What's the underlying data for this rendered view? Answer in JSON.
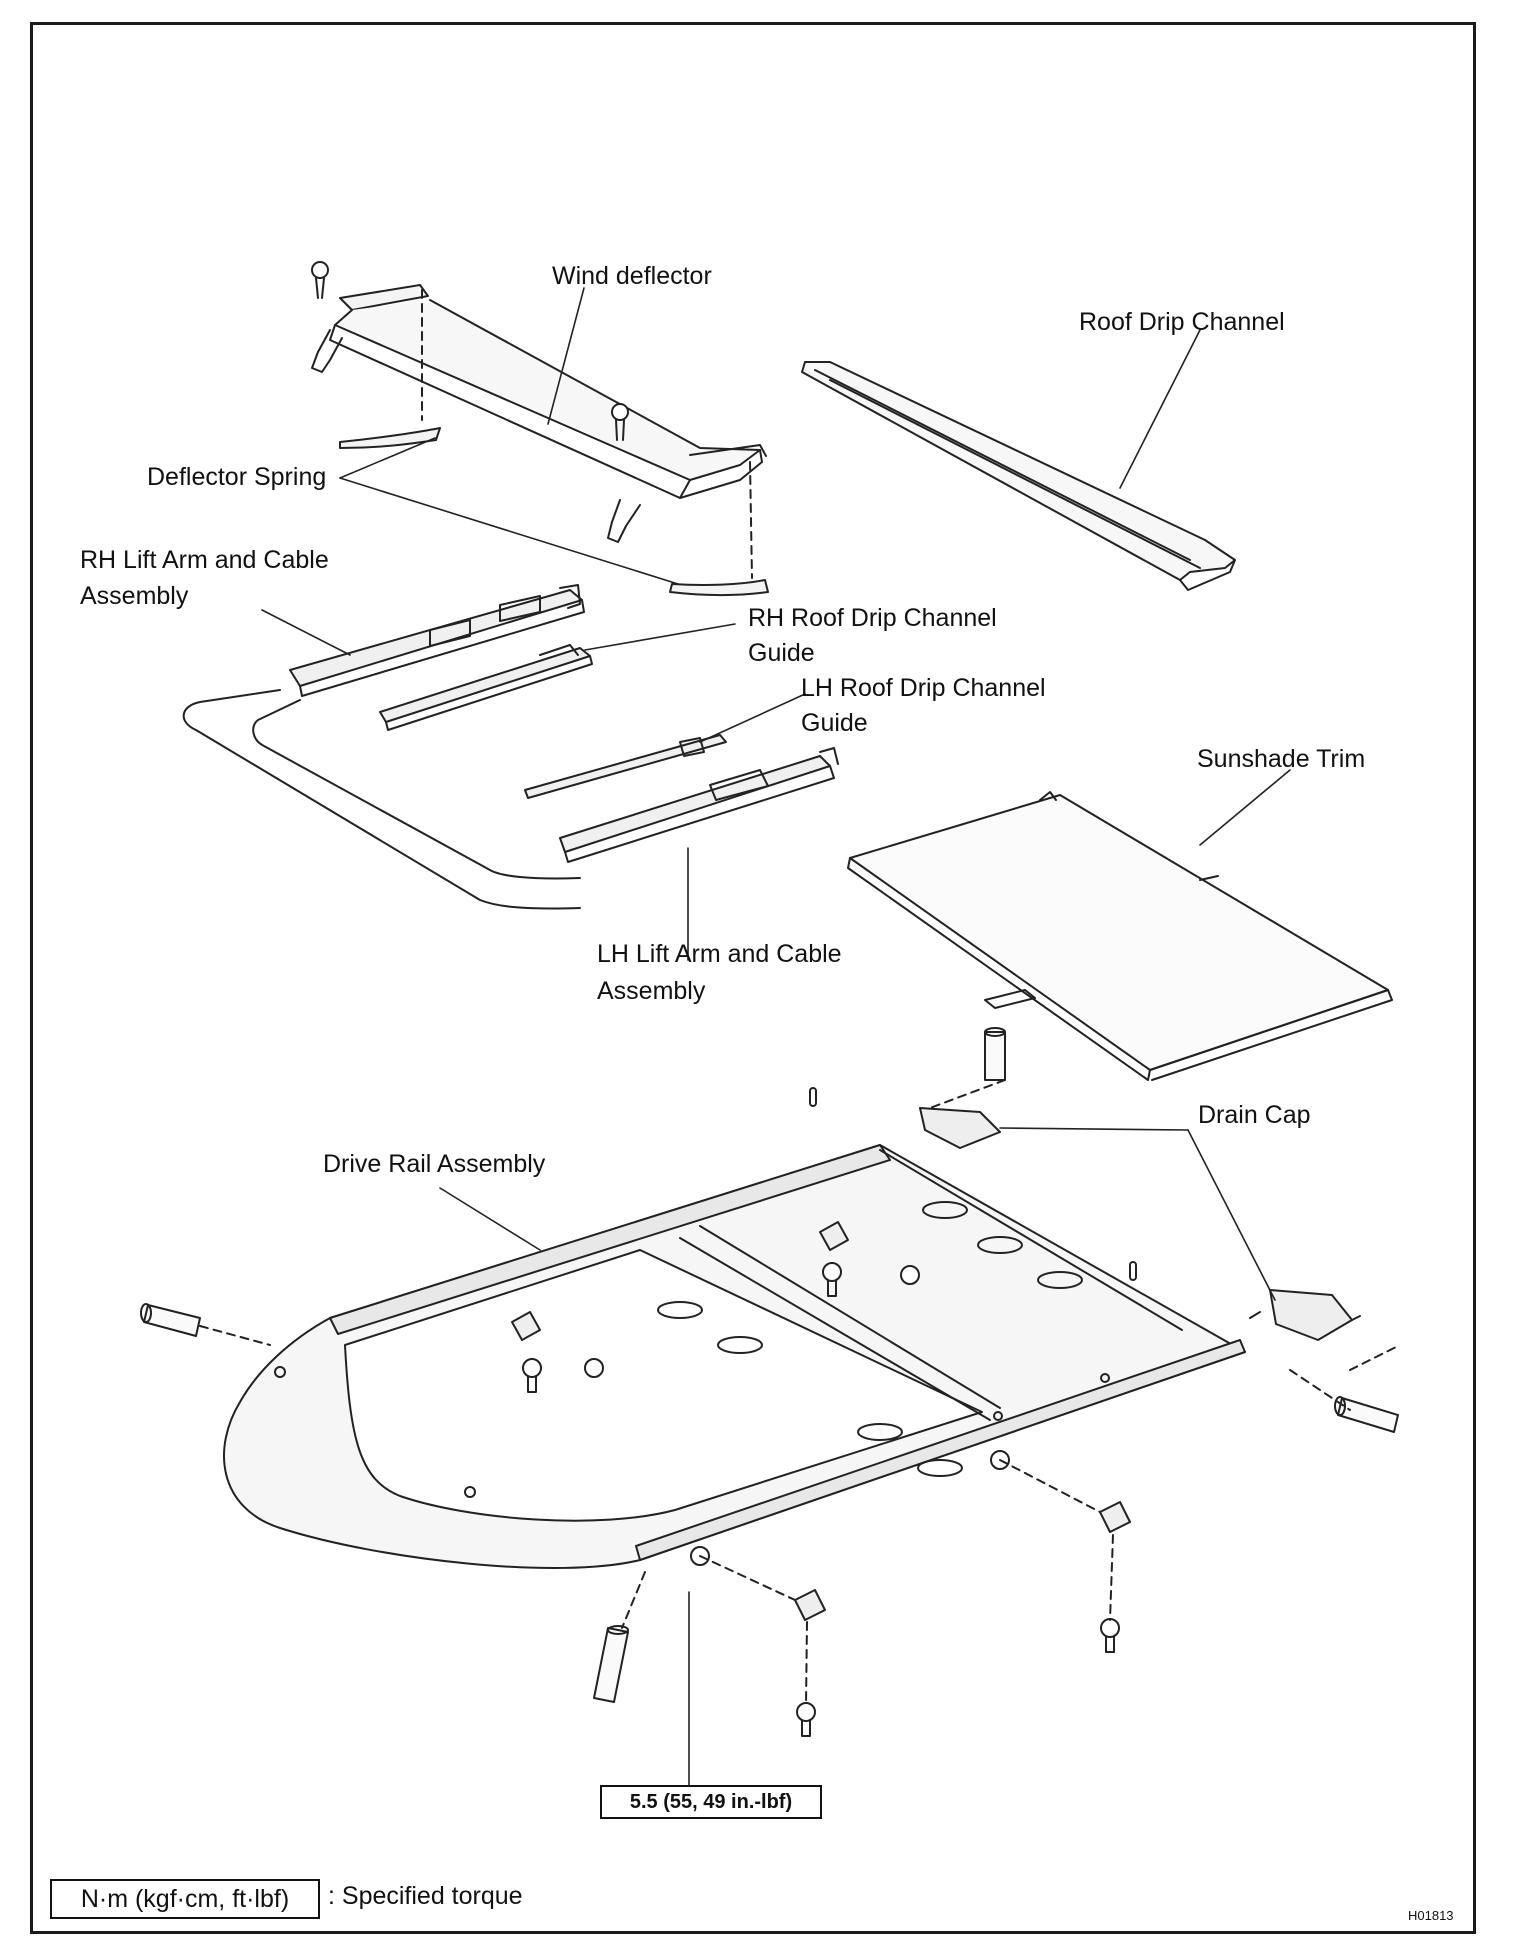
{
  "labels": {
    "wind_deflector": "Wind deflector",
    "roof_drip_channel": "Roof Drip Channel",
    "deflector_spring": "Deflector Spring",
    "rh_lift_arm_1": "RH Lift Arm and Cable",
    "rh_lift_arm_2": "Assembly",
    "rh_roof_drip_guide_1": "RH Roof Drip Channel",
    "rh_roof_drip_guide_2": "Guide",
    "lh_roof_drip_guide_1": "LH Roof Drip Channel",
    "lh_roof_drip_guide_2": "Guide",
    "sunshade_trim": "Sunshade Trim",
    "lh_lift_arm_1": "LH Lift Arm and Cable",
    "lh_lift_arm_2": "Assembly",
    "drain_cap": "Drain Cap",
    "drive_rail_assembly": "Drive Rail Assembly"
  },
  "torque": "5.5 (55, 49 in.-lbf)",
  "legend": {
    "box": "N·m (kgf·cm, ft·lbf)",
    "text": ": Specified torque"
  },
  "figure_code": "H01813"
}
